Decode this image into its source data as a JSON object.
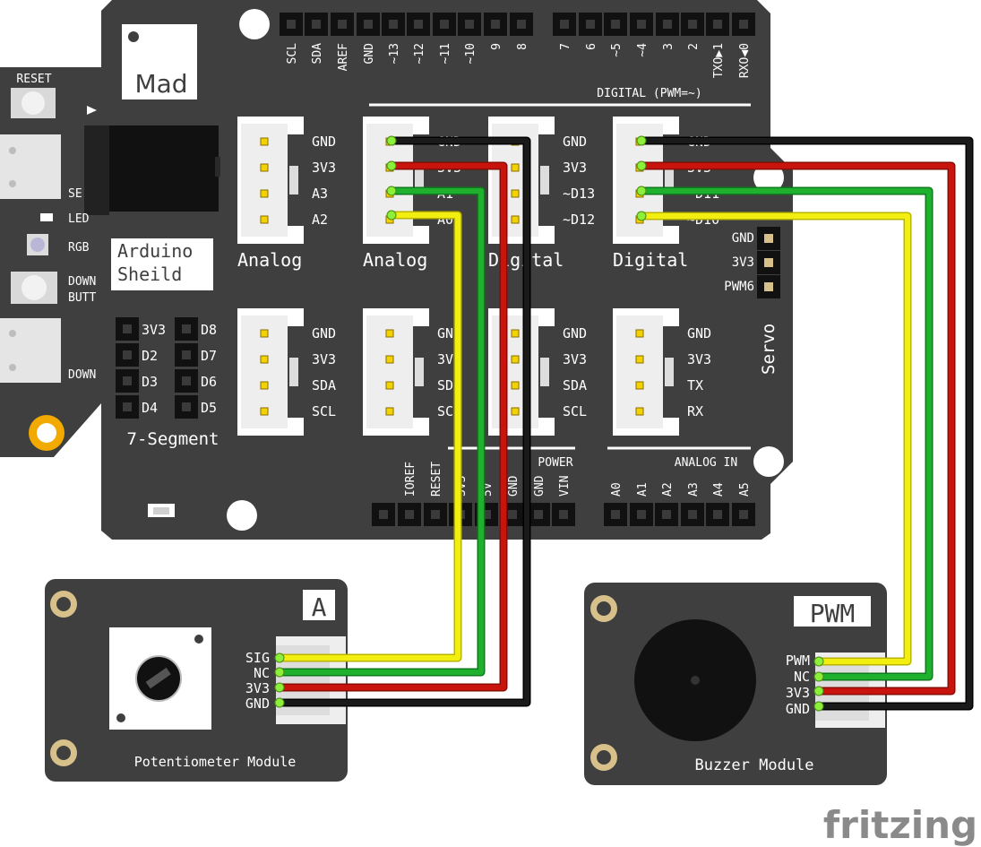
{
  "board": {
    "logo_text": "Mad",
    "top_pins": [
      "SCL",
      "SDA",
      "AREF",
      "GND",
      "~13",
      "~12",
      "~11",
      "~10",
      "9",
      "8",
      "7",
      "6",
      "~5",
      "~4",
      "3",
      "2",
      "TXO▶1",
      "RXO◀0"
    ],
    "digital_header": "DIGITAL (PWM=~)",
    "left_labels": {
      "reset": "RESET",
      "led": "LED",
      "rgb": "RGB",
      "down_1": "DOWN",
      "butt": "BUTT",
      "down_2": "DOWN",
      "se": "SE"
    },
    "shield_title_line1": "Arduino",
    "shield_title_line2": "Sheild",
    "connectors_top": [
      {
        "pins": [
          "GND",
          "3V3",
          "A3",
          "A2"
        ],
        "caption": "Analog"
      },
      {
        "pins": [
          "GND",
          "3V3",
          "A1",
          "A0"
        ],
        "caption": "Analog"
      },
      {
        "pins": [
          "GND",
          "3V3",
          "~D13",
          "~D12"
        ],
        "caption": "Digital"
      },
      {
        "pins": [
          "GND",
          "3V3",
          "~D11",
          "~D10"
        ],
        "caption": "Digital"
      }
    ],
    "connectors_bottom": [
      {
        "pins": [
          "GND",
          "3V3",
          "SDA",
          "SCL"
        ]
      },
      {
        "pins": [
          "GND",
          "3V3",
          "SDA",
          "SCL"
        ]
      },
      {
        "pins": [
          "GND",
          "3V3",
          "SDA",
          "SCL"
        ]
      },
      {
        "pins": [
          "GND",
          "3V3",
          "TX",
          "RX"
        ]
      }
    ],
    "servo_pins": [
      "GND",
      "3V3",
      "PWM6"
    ],
    "servo_title": "Servo",
    "seg_left": [
      "3V3",
      "D2",
      "D3",
      "D4"
    ],
    "seg_right": [
      "D8",
      "D7",
      "D6",
      "D5"
    ],
    "seg_title": "7-Segment",
    "power_title": "POWER",
    "power_pins": [
      "IOREF",
      "RESET",
      "3V3",
      "5V",
      "GND",
      "GND",
      "VIN"
    ],
    "analog_title": "ANALOG IN",
    "analog_pins": [
      "A0",
      "A1",
      "A2",
      "A3",
      "A4",
      "A5"
    ]
  },
  "potentiometer": {
    "badge": "A",
    "pins": [
      "SIG",
      "NC",
      "3V3",
      "GND"
    ],
    "title": "Potentiometer Module"
  },
  "buzzer": {
    "badge": "PWM",
    "pins": [
      "PWM",
      "NC",
      "3V3",
      "GND"
    ],
    "title": "Buzzer Module"
  },
  "watermark": "fritzing",
  "colors": {
    "board": "#3f3f3f",
    "silk": "#ffffff",
    "wire_black": "#1a1a1a",
    "wire_red": "#c8140c",
    "wire_green": "#1fb12e",
    "wire_yellow": "#f2ee10",
    "mounting_hole": "#d7c08a",
    "orange_hole": "#f2a900",
    "watermark": "#8a8a8a"
  }
}
